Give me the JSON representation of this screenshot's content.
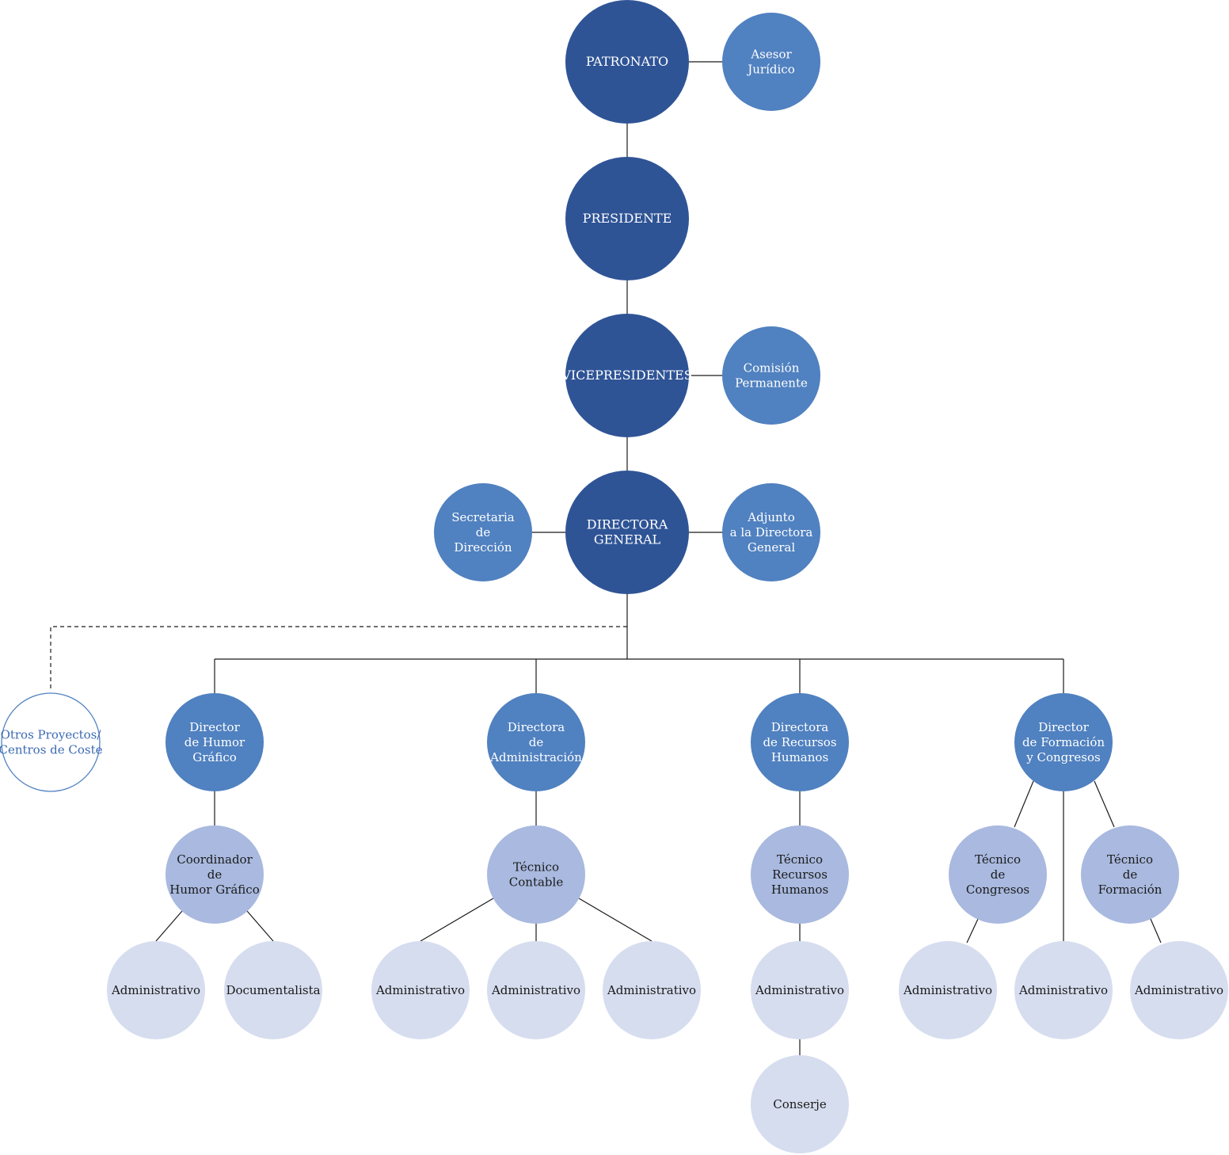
{
  "colors": {
    "dark": "#2f5496",
    "mid": "#5081c0",
    "light": "#a9b9df",
    "lighter": "#d6ddef",
    "outline_stroke": "#5081c0",
    "outline_text": "#3c6ab2",
    "line": "#1a1a1a"
  },
  "nodes": {
    "patronato": [
      "PATRONATO"
    ],
    "asesor": [
      "Asesor",
      "Jurídico"
    ],
    "presidente": [
      "PRESIDENTE"
    ],
    "vicepresidentes": [
      "VICEPRESIDENTES"
    ],
    "comision": [
      "Comisión",
      "Permanente"
    ],
    "directora_general": [
      "DIRECTORA",
      "GENERAL"
    ],
    "secretaria": [
      "Secretaria",
      "de",
      "Dirección"
    ],
    "adjunto": [
      "Adjunto",
      "a la Directora",
      "General"
    ],
    "otros": [
      "Otros Proyectos/",
      "Centros de Coste"
    ],
    "dir_humor": [
      "Director",
      "de Humor",
      "Gráfico"
    ],
    "dir_admin": [
      "Directora",
      "de",
      "Administración"
    ],
    "dir_rrhh": [
      "Directora",
      "de Recursos",
      "Humanos"
    ],
    "dir_formacion": [
      "Director",
      "de Formación",
      "y Congresos"
    ],
    "coord_humor": [
      "Coordinador",
      "de",
      "Humor Gráfico"
    ],
    "tec_contable": [
      "Técnico",
      "Contable"
    ],
    "tec_rrhh": [
      "Técnico",
      "Recursos",
      "Humanos"
    ],
    "tec_congresos": [
      "Técnico",
      "de",
      "Congresos"
    ],
    "tec_formacion": [
      "Técnico",
      "de",
      "Formación"
    ],
    "humor_administrativo": [
      "Administrativo"
    ],
    "humor_documentalista": [
      "Documentalista"
    ],
    "admin_administrativo_1": [
      "Administrativo"
    ],
    "admin_administrativo_2": [
      "Administrativo"
    ],
    "admin_administrativo_3": [
      "Administrativo"
    ],
    "rrhh_administrativo": [
      "Administrativo"
    ],
    "rrhh_conserje": [
      "Conserje"
    ],
    "congresos_administrativo": [
      "Administrativo"
    ],
    "formacion_administrativo": [
      "Administrativo"
    ],
    "tecform_administrativo": [
      "Administrativo"
    ]
  }
}
